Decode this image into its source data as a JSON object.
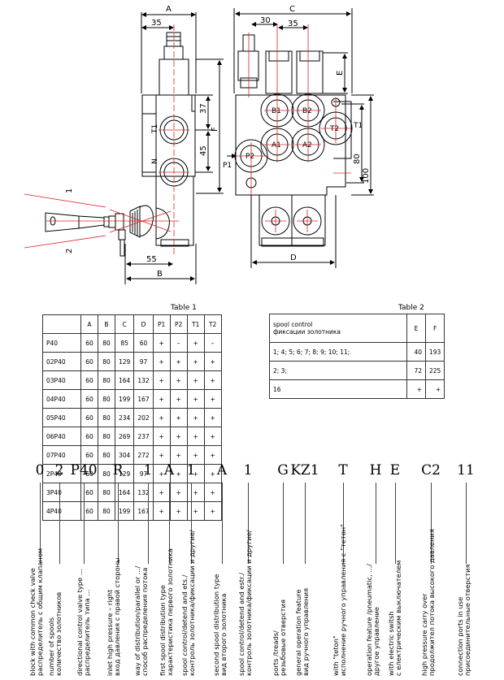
{
  "drawing": {
    "left_view": {
      "dims": {
        "A": "A",
        "d35": "35",
        "d37": "37",
        "d45": "45",
        "F": "F",
        "d55": "55",
        "B": "B"
      },
      "ports": {
        "T1": "T1",
        "N": "N"
      },
      "lever_positions": {
        "p1": "1",
        "p2": "2"
      }
    },
    "right_view": {
      "dims": {
        "C": "C",
        "d30": "30",
        "d35": "35",
        "E": "E",
        "d80": "80",
        "d100": "100",
        "D": "D"
      },
      "ports": {
        "B1": "B1",
        "B2": "B2",
        "A1": "A1",
        "A2": "A2",
        "P2": "P2",
        "T2": "T2",
        "P1": "P1",
        "T1": "T1"
      }
    },
    "colors": {
      "line": "#000000",
      "centerline": "#e02020"
    }
  },
  "table1": {
    "caption": "Table 1",
    "headers": [
      "",
      "A",
      "B",
      "C",
      "D",
      "P1",
      "P2",
      "T1",
      "T2"
    ],
    "rows": [
      [
        "P40",
        "60",
        "80",
        "85",
        "60",
        "+",
        "–",
        "+",
        "–"
      ],
      [
        "02P40",
        "60",
        "80",
        "129",
        "97",
        "+",
        "+",
        "+",
        "+"
      ],
      [
        "03P40",
        "60",
        "80",
        "164",
        "132",
        "+",
        "+",
        "+",
        "+"
      ],
      [
        "04P40",
        "60",
        "80",
        "199",
        "167",
        "+",
        "+",
        "+",
        "+"
      ],
      [
        "05P40",
        "60",
        "80",
        "234",
        "202",
        "+",
        "+",
        "+",
        "+"
      ],
      [
        "06P40",
        "60",
        "80",
        "269",
        "237",
        "+",
        "+",
        "+",
        "+"
      ],
      [
        "07P40",
        "60",
        "80",
        "304",
        "272",
        "+",
        "+",
        "+",
        "+"
      ],
      [
        "2P40",
        "60",
        "80",
        "129",
        "97",
        "+",
        "+",
        "+",
        "+"
      ],
      [
        "3P40",
        "60",
        "80",
        "164",
        "132",
        "+",
        "+",
        "+",
        "+"
      ],
      [
        "4P40",
        "60",
        "80",
        "199",
        "167",
        "+",
        "+",
        "+",
        "+"
      ]
    ]
  },
  "table2": {
    "caption": "Table 2",
    "header": {
      "desc_en": "spool control",
      "desc_ru": "фиксации золотника",
      "E": "E",
      "F": "F"
    },
    "rows": [
      [
        "1;  4;  5;  6;  7;  8;  9;  10;  11;",
        "40",
        "193"
      ],
      [
        "2;  3;",
        "72",
        "225"
      ],
      [
        "16",
        "+",
        "+"
      ]
    ]
  },
  "order_code": {
    "segments": [
      "0",
      "2",
      "P40",
      "R",
      "1",
      "A",
      "1",
      "A",
      "1",
      "G",
      "KZ1",
      "T",
      "H",
      "E",
      "C2",
      "11"
    ],
    "labels": [
      {
        "en": "block with common check valve",
        "ru": "распределитель с общим клапаном"
      },
      {
        "en": "number of spools",
        "ru": "количество золотников"
      },
      {
        "en": "directional control valve type ...",
        "ru": "распределитель типа ..."
      },
      {
        "en": "inlet high pressure – right",
        "ru": "вход давления с правой стороны"
      },
      {
        "en": "way of distribution/parallel or .../",
        "ru": "способ распределения потока"
      },
      {
        "en": "first spool distribution type",
        "ru": "характеристика первого золотника"
      },
      {
        "en": "spool control/detend and ets./",
        "ru": "контроль золотника/фиксации и другие/"
      },
      {
        "en": "second spool distribution type",
        "ru": "вид второго золотника"
      },
      {
        "en": "spool control/detend and estr./",
        "ru": "контроль золотника/фиксации и другие/"
      },
      {
        "en": "ports /treads/",
        "ru": "резьбовые отверстия"
      },
      {
        "en": "general operation feature",
        "ru": "вид ручного управления"
      },
      {
        "en": "with \"teton\"",
        "ru": "исполнение ручного управления с \"тетон\""
      },
      {
        "en": "operation feature /pneumatic, .../",
        "ru": "другое управление"
      },
      {
        "en": "with electric switsh",
        "ru": "с електрическим выключателем"
      },
      {
        "en": "high pressure carry over",
        "ru": "продолжител потока высокого давления"
      },
      {
        "en": "connection ports in use",
        "ru": "присоединительные отверстия"
      }
    ]
  }
}
